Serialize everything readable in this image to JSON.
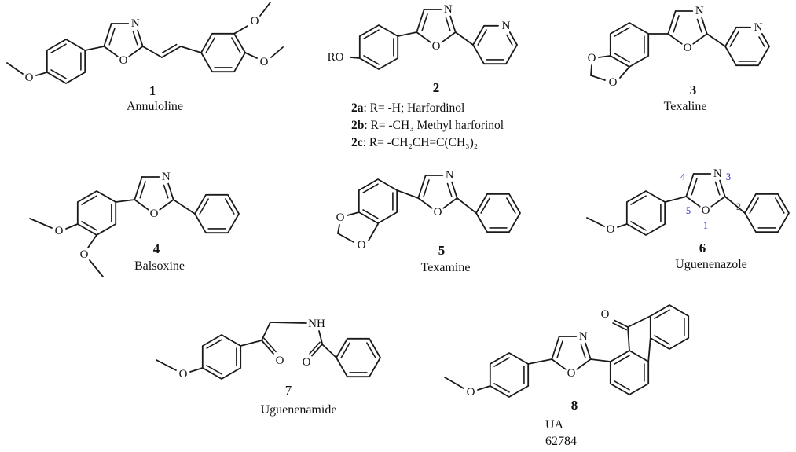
{
  "background": "#ffffff",
  "colors": {
    "bond": "#1a1a1a",
    "atom_text": "#111111",
    "numbering_blue": "#2b2bcc",
    "numbering_gray": "#595959"
  },
  "labels": {
    "O": "O",
    "N": "N",
    "RO": "RO",
    "NH": "NH"
  },
  "oxazole_numbering": {
    "n1": "1",
    "n2": "2",
    "n3": "3",
    "n4": "4",
    "n5": "5"
  },
  "compounds": [
    {
      "number": "1",
      "name": "Annuloline"
    },
    {
      "number": "2",
      "variants": [
        {
          "id": "2a",
          "text": ": R= -H; Harfordinol"
        },
        {
          "id": "2b",
          "text": ": R= -CH₃ Methyl harforinol"
        },
        {
          "id": "2c",
          "text": ": R= -CH₂CH=C(CH₃)₂"
        }
      ]
    },
    {
      "number": "3",
      "name": "Texaline"
    },
    {
      "number": "4",
      "name": "Balsoxine"
    },
    {
      "number": "5",
      "name": "Texamine"
    },
    {
      "number": "6",
      "name": "Uguenenazole"
    },
    {
      "number": "7",
      "name": "Uguenenamide"
    },
    {
      "number": "8",
      "name": "UA",
      "code": "62784"
    }
  ]
}
